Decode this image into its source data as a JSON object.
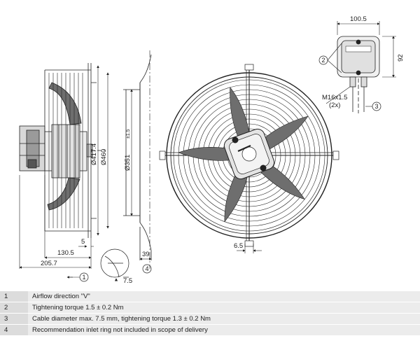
{
  "dimensions": {
    "motor_width": "100.5",
    "motor_height": "92",
    "inner_diameter": "Ø417.4",
    "outer_diameter": "Ø460",
    "ring_diameter": "Ø351",
    "ring_diameter_tol": "±1.5",
    "depth_total": "205.7",
    "depth_motor": "130.5",
    "offset_small": "5",
    "ring_depth": "39",
    "hole": "6.5",
    "gland_thread": "M16x1.5",
    "gland_count": "(2x)",
    "detail_size": "7.5"
  },
  "callouts": {
    "c1": "1",
    "c2": "2",
    "c3": "3",
    "c4": "4"
  },
  "notes": [
    {
      "num": "1",
      "text": "Airflow direction \"V\""
    },
    {
      "num": "2",
      "text": "Tightening torque 1.5 ± 0.2 Nm"
    },
    {
      "num": "3",
      "text": "Cable diameter max. 7.5 mm, tightening torque 1.3 ± 0.2 Nm"
    },
    {
      "num": "4",
      "text": "Recommendation inlet ring not included in scope of delivery"
    }
  ],
  "colors": {
    "line": "#222222",
    "blade_fill": "#6e6e6e",
    "hub_fill": "#e4e4e4",
    "note_num_bg": "#dcdcdc",
    "note_txt_bg": "#ececec"
  }
}
